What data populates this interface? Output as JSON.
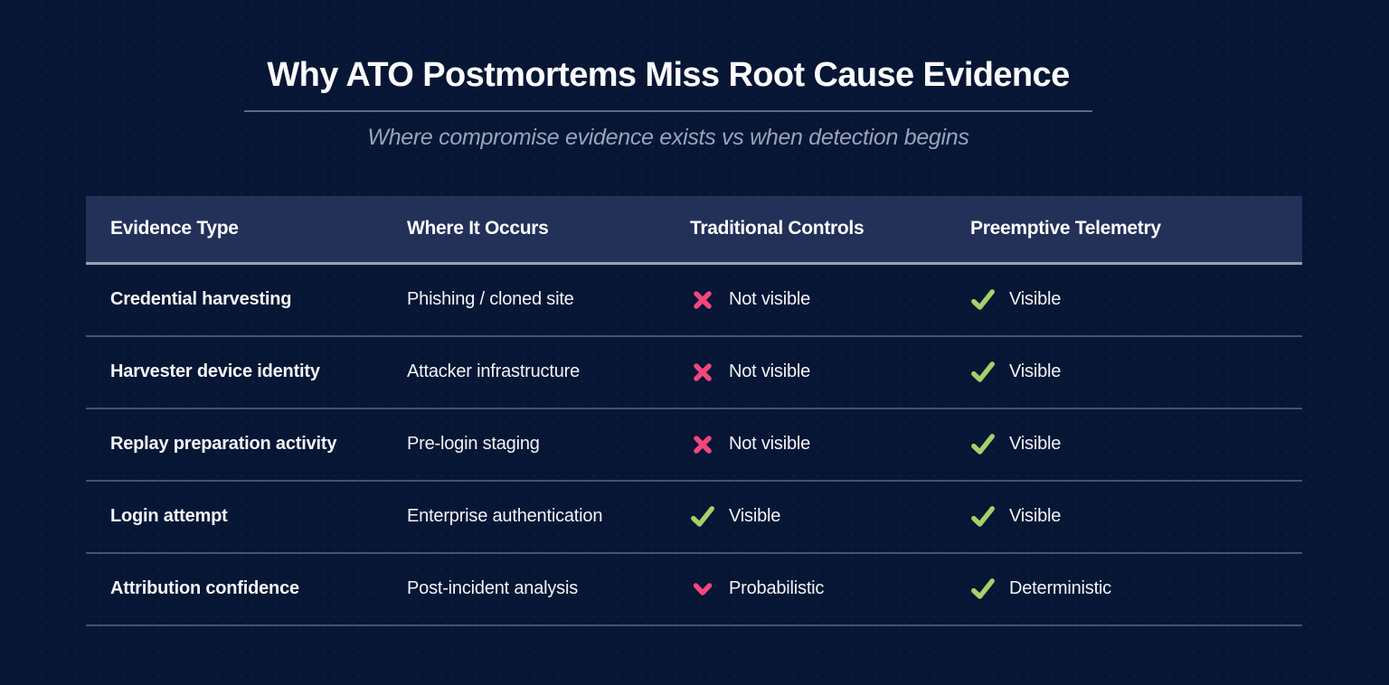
{
  "header": {
    "title": "Why ATO Postmortems Miss Root Cause Evidence",
    "subtitle": "Where compromise evidence exists vs when detection begins"
  },
  "table": {
    "columns": [
      "Evidence Type",
      "Where It Occurs",
      "Traditional Controls",
      "Preemptive Telemetry"
    ],
    "rows": [
      {
        "evidence_type": "Credential harvesting",
        "where_it_occurs": "Phishing / cloned site",
        "traditional_controls": {
          "icon": "cross-icon",
          "color": "pink",
          "label": "Not visible"
        },
        "preemptive_telemetry": {
          "icon": "check-icon",
          "color": "green",
          "label": "Visible"
        }
      },
      {
        "evidence_type": "Harvester device identity",
        "where_it_occurs": "Attacker infrastructure",
        "traditional_controls": {
          "icon": "cross-icon",
          "color": "pink",
          "label": "Not visible"
        },
        "preemptive_telemetry": {
          "icon": "check-icon",
          "color": "green",
          "label": "Visible"
        }
      },
      {
        "evidence_type": "Replay preparation activity",
        "where_it_occurs": "Pre-login staging",
        "traditional_controls": {
          "icon": "cross-icon",
          "color": "pink",
          "label": "Not visible"
        },
        "preemptive_telemetry": {
          "icon": "check-icon",
          "color": "green",
          "label": "Visible"
        }
      },
      {
        "evidence_type": "Login attempt",
        "where_it_occurs": "Enterprise authentication",
        "traditional_controls": {
          "icon": "check-icon",
          "color": "green",
          "label": "Visible"
        },
        "preemptive_telemetry": {
          "icon": "check-icon",
          "color": "green",
          "label": "Visible"
        }
      },
      {
        "evidence_type": "Attribution confidence",
        "where_it_occurs": "Post-incident analysis",
        "traditional_controls": {
          "icon": "chevron-down-icon",
          "color": "pink",
          "label": "Probabilistic"
        },
        "preemptive_telemetry": {
          "icon": "check-icon",
          "color": "green",
          "label": "Deterministic"
        }
      }
    ]
  },
  "colors": {
    "page_bg": "#071634",
    "header_row_bg": "#233159",
    "text": "#f2f4f8",
    "subtitle_text": "#98a3bd",
    "divider": "#8f9ab2",
    "pink": "#f1477c",
    "green": "#a4d16a"
  },
  "chart_data": {
    "type": "table",
    "title": "Why ATO Postmortems Miss Root Cause Evidence",
    "subtitle": "Where compromise evidence exists vs when detection begins",
    "columns": [
      "Evidence Type",
      "Where It Occurs",
      "Traditional Controls",
      "Preemptive Telemetry"
    ],
    "rows": [
      [
        "Credential harvesting",
        "Phishing / cloned site",
        "✗ Not visible",
        "✓ Visible"
      ],
      [
        "Harvester device identity",
        "Attacker infrastructure",
        "✗ Not visible",
        "✓ Visible"
      ],
      [
        "Replay preparation activity",
        "Pre-login staging",
        "✗ Not visible",
        "✓ Visible"
      ],
      [
        "Login attempt",
        "Enterprise authentication",
        "✓ Visible",
        "✓ Visible"
      ],
      [
        "Attribution confidence",
        "Post-incident analysis",
        "▾ Probabilistic",
        "✓ Deterministic"
      ]
    ],
    "legend_position": "none",
    "grid": "horizontal-row-separators"
  }
}
